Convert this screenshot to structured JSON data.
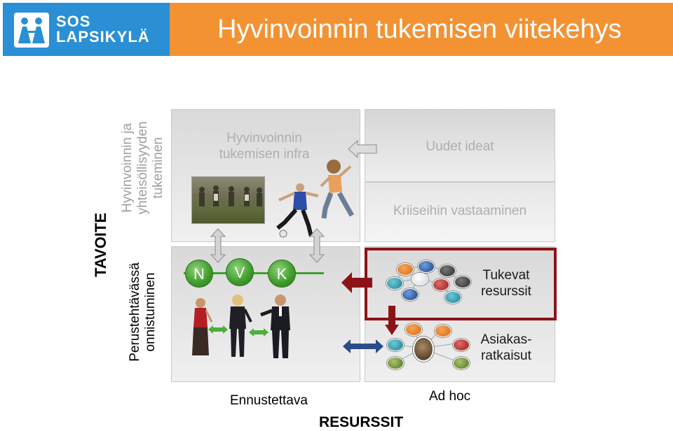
{
  "header": {
    "logo_line1": "SOS",
    "logo_line2": "LAPSIKYLÄ",
    "title": "Hyvinvoinnin tukemisen viitekehys"
  },
  "side_labels": {
    "tavoite": "TAVOITE",
    "hyvinvoinnin_line1": "Hyvinvoinnin ja",
    "hyvinvoinnin_line2": "yhteisöllisyyden",
    "hyvinvoinnin_line3": "tukeminen",
    "perus_line1": "Perustehtävässä",
    "perus_line2": "onnistuminen"
  },
  "quadrants": {
    "infra_line1": "Hyvinvoinnin",
    "infra_line2": "tukemisen infra",
    "uudet_ideat": "Uudet ideat",
    "kriiseihin": "Kriiseihin vastaaminen",
    "tukevat_line1": "Tukevat",
    "tukevat_line2": "resurssit",
    "asiakas_line1": "Asiakas-",
    "asiakas_line2": "ratkaisut"
  },
  "nvk": {
    "n": "N",
    "v": "V",
    "k": "K"
  },
  "bottom": {
    "ennustettava": "Ennustettava",
    "ad_hoc": "Ad hoc",
    "resurssit": "RESURSSIT"
  },
  "colors": {
    "logo_blue": "#2a8fd4",
    "title_orange": "#f39233",
    "frame_red": "#8c1419",
    "nvk_green": "#3d9a2a"
  }
}
